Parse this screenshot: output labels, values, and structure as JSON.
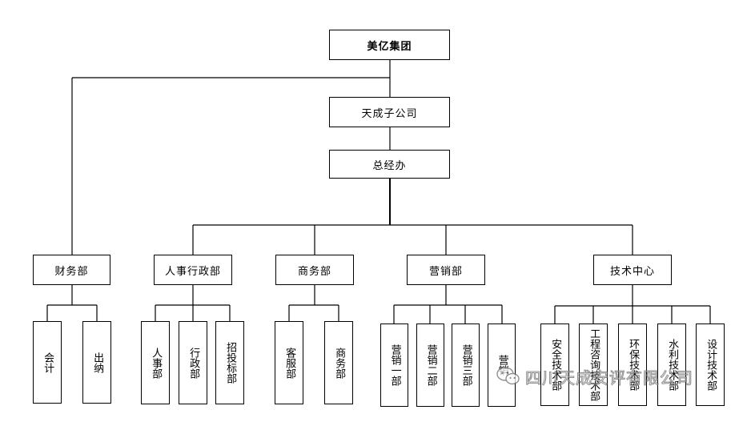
{
  "org": {
    "root": "美亿集团",
    "subsidiary": "天成子公司",
    "office": "总经办",
    "departments": [
      "财务部",
      "人事行政部",
      "商务部",
      "营销部",
      "技术中心"
    ],
    "finance": [
      "会计",
      "出纳"
    ],
    "hr_admin": [
      "人事部",
      "行政部",
      "招投标部"
    ],
    "business": [
      "客服部",
      "商务部"
    ],
    "marketing": [
      "营销一部",
      "营销二部",
      "营销三部",
      "营销"
    ],
    "tech": [
      "安全技术部",
      "工程咨询技术部",
      "环保技术部",
      "水利技术部",
      "设计技术部"
    ]
  },
  "watermark": {
    "icon": "wechat-icon",
    "text": "四川天成安评有限公司"
  }
}
